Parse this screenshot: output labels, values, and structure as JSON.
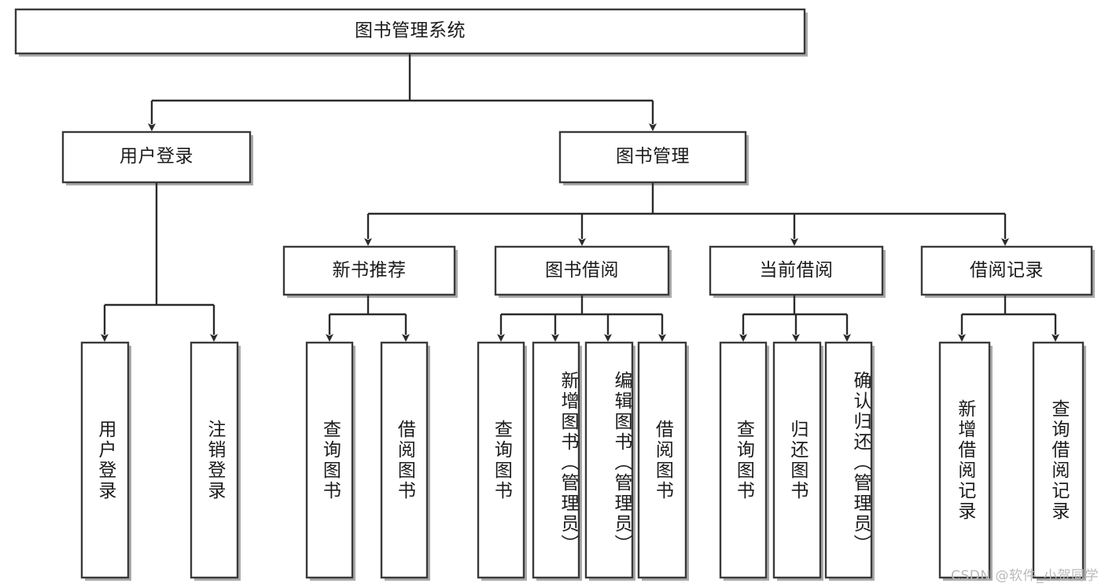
{
  "diagram": {
    "type": "tree-hierarchy-chart",
    "title": "图书管理系统",
    "watermark": "CSDN @软件_小贺同学",
    "colors": {
      "box_stroke": "#3a3a3a",
      "box_fill": "#ffffff",
      "connector": "#2b2b2b",
      "background": "#ffffff",
      "watermark": "#b9b9b9"
    },
    "levels": [
      {
        "level": 1,
        "nodes": [
          {
            "id": "root",
            "label": "图书管理系统",
            "orientation": "horizontal"
          }
        ]
      },
      {
        "level": 2,
        "nodes": [
          {
            "id": "user-login",
            "label": "用户登录",
            "orientation": "horizontal",
            "parent": "root"
          },
          {
            "id": "book-manage",
            "label": "图书管理",
            "orientation": "horizontal",
            "parent": "root"
          }
        ]
      },
      {
        "level": 3,
        "nodes": [
          {
            "id": "new-book-recommend",
            "label": "新书推荐",
            "orientation": "horizontal",
            "parent": "book-manage"
          },
          {
            "id": "book-borrow",
            "label": "图书借阅",
            "orientation": "horizontal",
            "parent": "book-manage"
          },
          {
            "id": "current-borrow",
            "label": "当前借阅",
            "orientation": "horizontal",
            "parent": "book-manage"
          },
          {
            "id": "borrow-record",
            "label": "借阅记录",
            "orientation": "horizontal",
            "parent": "book-manage"
          }
        ]
      },
      {
        "level": 4,
        "nodes": [
          {
            "id": "leaf-user-login",
            "label": "用户登录",
            "orientation": "vertical",
            "parent": "user-login"
          },
          {
            "id": "leaf-user-logout",
            "label": "注销登录",
            "orientation": "vertical",
            "parent": "user-login"
          },
          {
            "id": "leaf-query-book-1",
            "label": "查询图书",
            "orientation": "vertical",
            "parent": "new-book-recommend"
          },
          {
            "id": "leaf-borrow-book-1",
            "label": "借阅图书",
            "orientation": "vertical",
            "parent": "new-book-recommend"
          },
          {
            "id": "leaf-query-book-2",
            "label": "查询图书",
            "orientation": "vertical",
            "parent": "book-borrow"
          },
          {
            "id": "leaf-add-book",
            "label": "新增图书（管理员）",
            "orientation": "vertical",
            "parent": "book-borrow"
          },
          {
            "id": "leaf-edit-book",
            "label": "编辑图书（管理员）",
            "orientation": "vertical",
            "parent": "book-borrow"
          },
          {
            "id": "leaf-borrow-book-2",
            "label": "借阅图书",
            "orientation": "vertical",
            "parent": "book-borrow"
          },
          {
            "id": "leaf-query-book-3",
            "label": "查询图书",
            "orientation": "vertical",
            "parent": "current-borrow"
          },
          {
            "id": "leaf-return-book",
            "label": "归还图书",
            "orientation": "vertical",
            "parent": "current-borrow"
          },
          {
            "id": "leaf-confirm-return",
            "label": "确认归还（管理员）",
            "orientation": "vertical",
            "parent": "current-borrow"
          },
          {
            "id": "leaf-add-record",
            "label": "新增借阅记录",
            "orientation": "vertical",
            "parent": "borrow-record"
          },
          {
            "id": "leaf-query-record",
            "label": "查询借阅记录",
            "orientation": "vertical",
            "parent": "borrow-record"
          }
        ]
      }
    ]
  }
}
